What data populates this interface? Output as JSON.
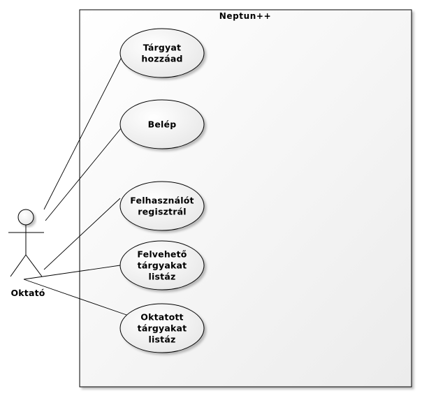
{
  "system": {
    "title": "Neptun++"
  },
  "actor": {
    "name": "Oktató"
  },
  "use_cases": [
    {
      "id": "uc1",
      "lines": [
        "Tárgyat",
        "hozzáad"
      ]
    },
    {
      "id": "uc2",
      "lines": [
        "Belép"
      ]
    },
    {
      "id": "uc3",
      "lines": [
        "Felhasználót",
        "regisztrál"
      ]
    },
    {
      "id": "uc4",
      "lines": [
        "Felvehető",
        "tárgyakat",
        "listáz"
      ]
    },
    {
      "id": "uc5",
      "lines": [
        "Oktatott",
        "tárgyakat",
        "listáz"
      ]
    }
  ],
  "colors": {
    "system_fill": "#f7f7f7",
    "border": "#000000",
    "usecase_fill": "#f2f2f2"
  }
}
